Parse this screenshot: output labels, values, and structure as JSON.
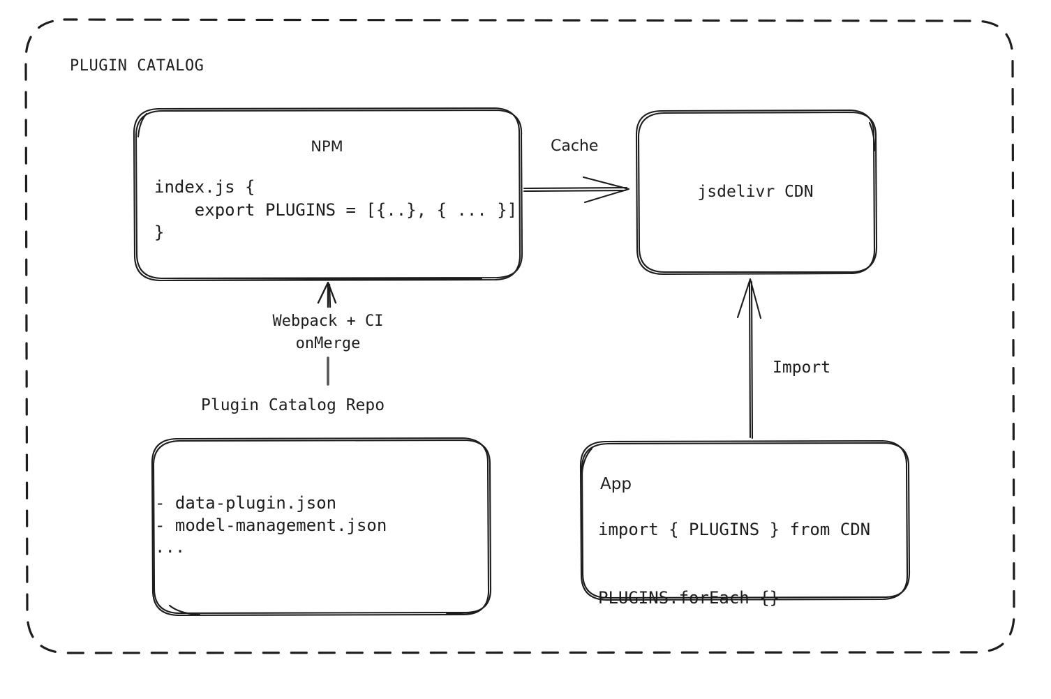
{
  "diagram": {
    "title": "PLUGIN CATALOG",
    "nodes": {
      "npm": {
        "title": "NPM",
        "code": "index.js {\n    export PLUGINS = [{..}, { ... }]\n}"
      },
      "cdn": {
        "title": "jsdelivr CDN"
      },
      "repo": {
        "caption": "Plugin Catalog Repo",
        "items": "- data-plugin.json\n- model-management.json\n..."
      },
      "app": {
        "title": "App",
        "code": "import { PLUGINS } from CDN\n\nPLUGINS.forEach {}"
      }
    },
    "edges": {
      "cache": "Cache",
      "import": "Import",
      "build": "Webpack + CI\nonMerge"
    },
    "colors": {
      "stroke": "#1d1d1d",
      "background": "#ffffff",
      "text": "#1d1d1d"
    }
  },
  "chart_data": {
    "type": "diagram",
    "title": "PLUGIN CATALOG",
    "nodes": [
      {
        "id": "npm",
        "label": "NPM",
        "body": "index.js {\n    export PLUGINS = [{..}, { ... }]\n}"
      },
      {
        "id": "cdn",
        "label": "jsdelivr CDN",
        "body": ""
      },
      {
        "id": "repo",
        "label": "Plugin Catalog Repo",
        "body": "- data-plugin.json\n- model-management.json\n..."
      },
      {
        "id": "app",
        "label": "App",
        "body": "import { PLUGINS } from CDN\n\nPLUGINS.forEach {}"
      }
    ],
    "edges": [
      {
        "from": "npm",
        "to": "cdn",
        "label": "Cache"
      },
      {
        "from": "repo",
        "to": "npm",
        "label": "Webpack + CI onMerge"
      },
      {
        "from": "app",
        "to": "cdn",
        "label": "Import"
      }
    ]
  }
}
